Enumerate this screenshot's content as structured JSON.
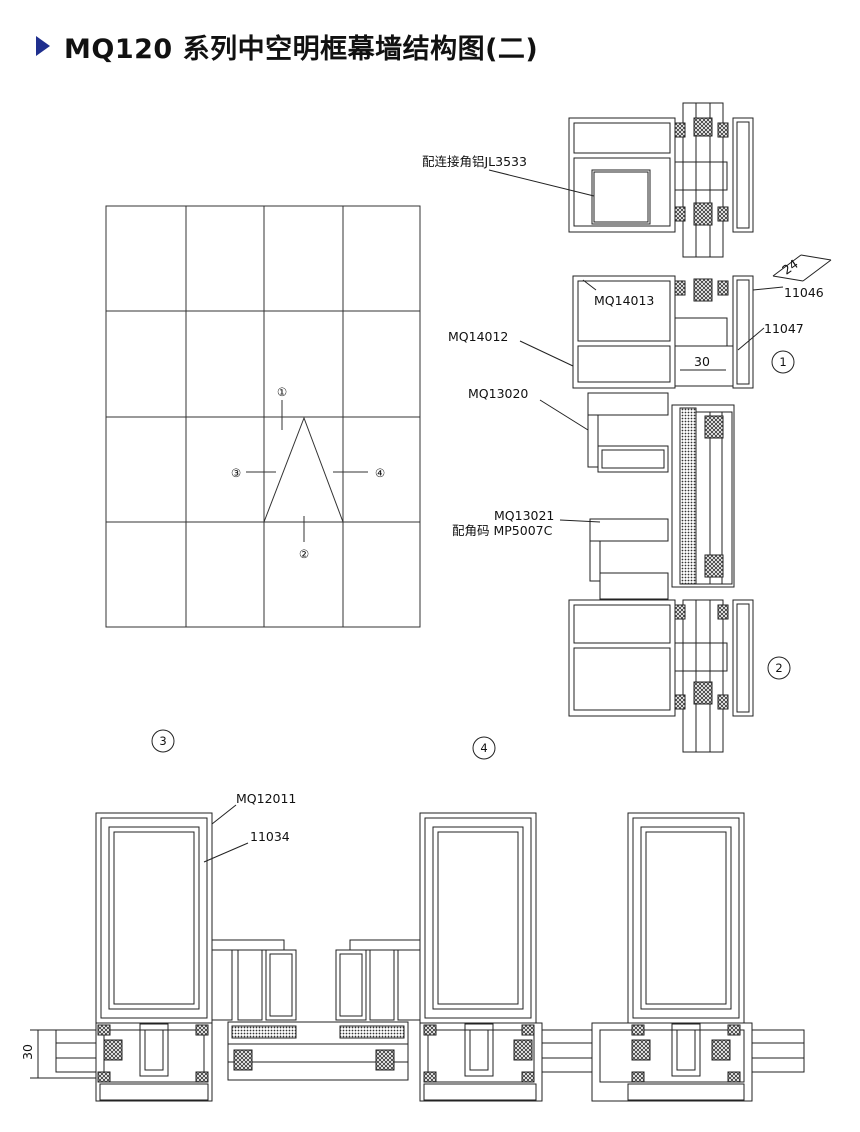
{
  "header": {
    "title": "MQ120 系列中空明框幕墙结构图(二)",
    "accent_color": "#1f2f8e",
    "bullet_icon": "triangle-right-icon"
  },
  "elevation": {
    "markers": [
      "①",
      "②",
      "③",
      "④"
    ]
  },
  "vertical_section": {
    "labels": {
      "corner_connector": "配连接角铝JL3533",
      "mq14013": "MQ14013",
      "mq14012": "MQ14012",
      "mq13020": "MQ13020",
      "mq13021": "MQ13021",
      "corner_code": "配角码 MP5007C",
      "p11046": "11046",
      "p11047": "11047",
      "dim24": "24",
      "dim30": "30"
    },
    "markers": {
      "m1": "1",
      "m2": "2"
    }
  },
  "horizontal_section": {
    "labels": {
      "mq12011": "MQ12011",
      "p11034": "11034",
      "dim30": "30"
    },
    "markers": {
      "m3": "3",
      "m4": "4"
    }
  },
  "colors": {
    "line": "#222222",
    "glass_fill": "#ffffff",
    "hatch": "#444444"
  }
}
